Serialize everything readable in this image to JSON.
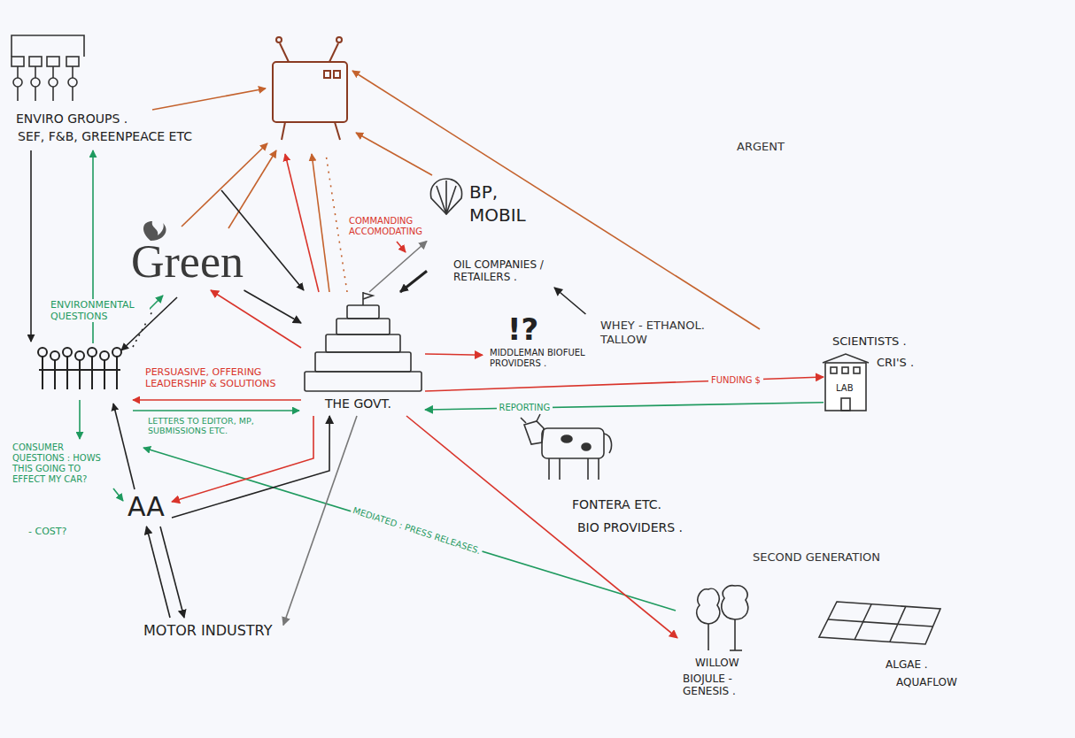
{
  "diagram": {
    "nodes": [
      {
        "text": [
          "ENVIRO GROUPS .",
          "SEF, F&B, GREENPEACE ETC"
        ]
      },
      {
        "text": [
          "Green"
        ]
      },
      {
        "text": [
          "THE GOVT."
        ]
      },
      {
        "text": [
          "BP, MOBIL",
          "OIL COMPANIES / RETAILERS ."
        ]
      },
      {
        "text": [
          "!?",
          "MIDDLEMAN BIOFUEL PROVIDERS ."
        ]
      },
      {
        "text": [
          "SCIENTISTS .",
          "LAB",
          "CRI'S ."
        ]
      },
      {
        "text": [
          "FONTERA ETC.",
          "BIO PROVIDERS ."
        ]
      },
      {
        "text": [
          "AA"
        ]
      },
      {
        "text": [
          "MOTOR INDUSTRY"
        ]
      },
      {
        "text": [
          "WILLOW",
          "BIOJULE - GENESIS ."
        ]
      },
      {
        "text": [
          "ALGAE .",
          "AQUAFLOW"
        ]
      }
    ],
    "edges": [
      {
        "from": 1,
        "to": 2,
        "arrow": "to"
      },
      {
        "from": 2,
        "to": 1,
        "arrow": "to"
      },
      {
        "from": 2,
        "to": 3,
        "arrow": "to"
      },
      {
        "from": 3,
        "to": 2,
        "arrow": "to"
      },
      {
        "from": 2,
        "to": 4,
        "arrow": "to"
      },
      {
        "from": 4,
        "to": 3,
        "arrow": "to"
      },
      {
        "from": 2,
        "to": 5,
        "label": "FUNDING $",
        "arrow": "to"
      },
      {
        "from": 5,
        "to": 2,
        "label": "REPORTING",
        "arrow": "to"
      },
      {
        "from": 2,
        "to": 7,
        "arrow": "to"
      },
      {
        "from": 7,
        "to": 2,
        "arrow": "to"
      },
      {
        "from": 7,
        "to": 8,
        "arrow": "to"
      },
      {
        "from": 8,
        "to": 7,
        "arrow": "to"
      },
      {
        "from": 2,
        "to": 8,
        "arrow": "to"
      },
      {
        "from": 2,
        "to": 9,
        "arrow": "to"
      }
    ],
    "labels": [
      "ARGENT",
      "COMMANDING ACCOMODATING",
      "WHEY - ETHANOL. TALLOW",
      "ENVIRONMENTAL QUESTIONS",
      "PERSUASIVE, OFFERING LEADERSHIP & SOLUTIONS",
      "LETTERS TO EDITOR, MP, SUBMISSIONS ETC.",
      "CONSUMER QUESTIONS : HOWS THIS GOING TO EFFECT MY CAR?",
      "- COST?",
      "MEDIATED : PRESS RELEASES.",
      "SECOND GENERATION"
    ]
  }
}
